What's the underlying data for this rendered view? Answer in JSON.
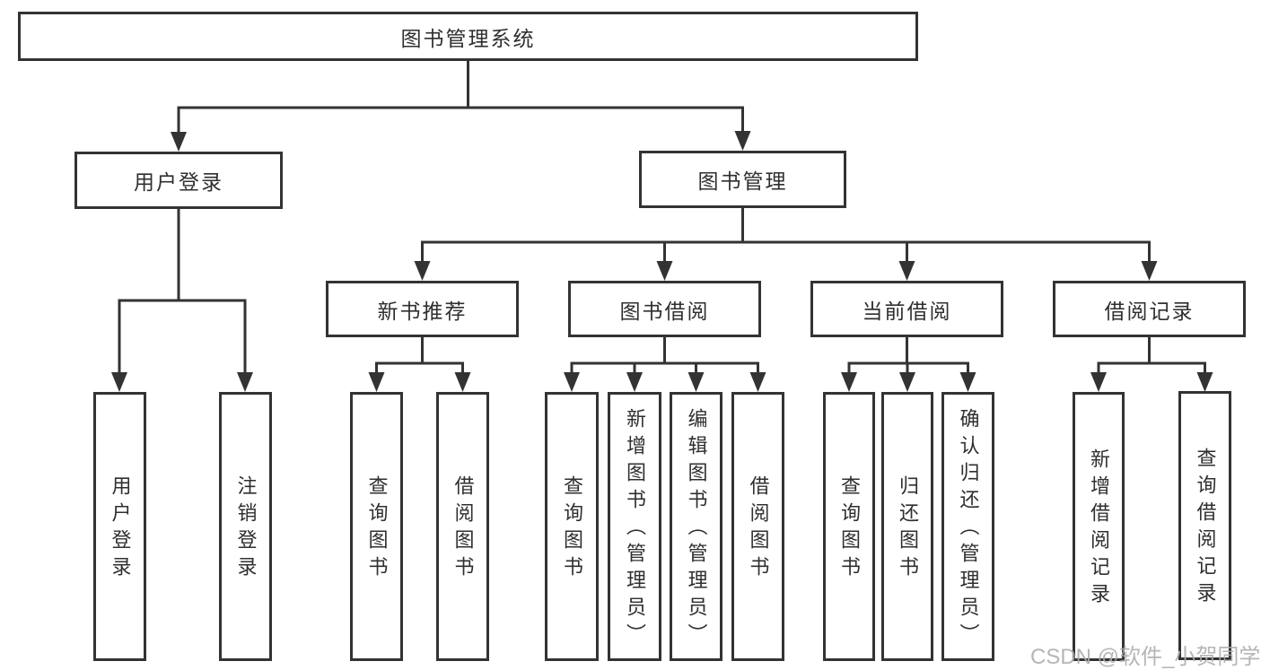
{
  "tree": {
    "root": "图书管理系统",
    "level2": [
      "用户登录",
      "图书管理"
    ],
    "level3": [
      "新书推荐",
      "图书借阅",
      "当前借阅",
      "借阅记录"
    ],
    "leaves_user": [
      "用户登录",
      "注销登录"
    ],
    "leaves_newbook": [
      "查询图书",
      "借阅图书"
    ],
    "leaves_borrow": [
      "查询图书",
      "新增图书（管理员）",
      "编辑图书（管理员）",
      "借阅图书"
    ],
    "leaves_current": [
      "查询图书",
      "归还图书",
      "确认归还（管理员）"
    ],
    "leaves_record": [
      "新增借阅记录",
      "查询借阅记录"
    ]
  },
  "watermark": "CSDN @软件_小贺同学",
  "colors": {
    "line": "#333333",
    "box_border": "#333333",
    "text": "#2f2f2f",
    "watermark": "#ababab",
    "background": "#ffffff"
  }
}
